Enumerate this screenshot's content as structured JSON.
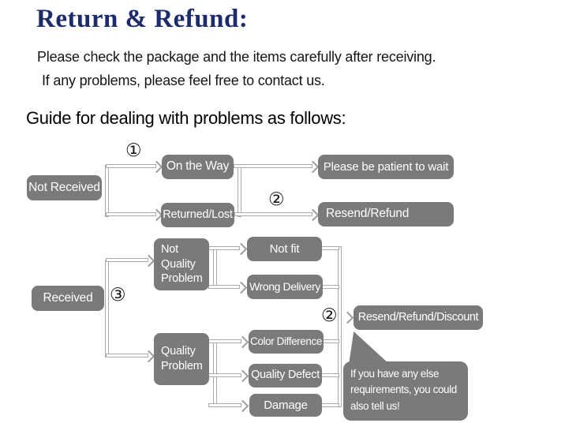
{
  "page": {
    "title": "Return & Refund:",
    "intro_line1": "Please check the package and the items carefully after receiving.",
    "intro_line2": "If any problems, please feel free to contact us.",
    "guide_heading": "Guide for dealing with problems as follows:"
  },
  "steps": {
    "one": "①",
    "two": "②",
    "three": "③"
  },
  "nodes": {
    "not_received": "Not Received",
    "on_the_way": "On the Way",
    "returned_lost": "Returned/Lost",
    "please_be_patient": "Please be patient to wait",
    "resend_refund": "Resend/Refund",
    "received": "Received",
    "not_quality_problem": "Not\nQuality\nProblem",
    "not_fit": "Not fit",
    "wrong_delivery": "Wrong Delivery",
    "quality_problem": "Quality\nProblem",
    "color_difference": "Color Difference",
    "quality_defect": "Quality Defect",
    "damage": "Damage",
    "resend_refund_discount": "Resend/Refund/Discount",
    "bubble_note": "If you have any else\nrequirements, you could\nalso tell us!"
  },
  "colors": {
    "title_text": "#1c2b6e",
    "node_background": "#7a7a7a",
    "node_text": "#ffffff",
    "connector_line": "#aaaaaa",
    "page_background": "#ffffff"
  }
}
